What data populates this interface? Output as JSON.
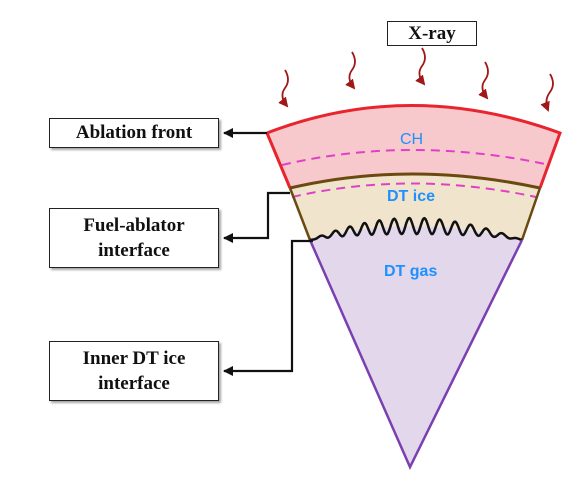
{
  "labels": {
    "xray": "X-ray",
    "ablation_front": "Ablation front",
    "fuel_ablator_line1": "Fuel-ablator",
    "fuel_ablator_line2": "interface",
    "inner_dt_line1": "Inner DT ice",
    "inner_dt_line2": "interface"
  },
  "regions": {
    "ch": "CH",
    "dt_ice": "DT ice",
    "dt_gas": "DT gas"
  },
  "colors": {
    "ch_fill": "#f8c9cc",
    "ch_outline": "#e8242e",
    "ice_fill": "#f1e4cc",
    "gas_fill": "#e3d7ec",
    "gas_outline": "#7a3fb0",
    "interface_line": "#6b4a12",
    "dashed_line": "#e040c8",
    "arrow_color": "#a01818",
    "region_text": "#1e90ff"
  }
}
